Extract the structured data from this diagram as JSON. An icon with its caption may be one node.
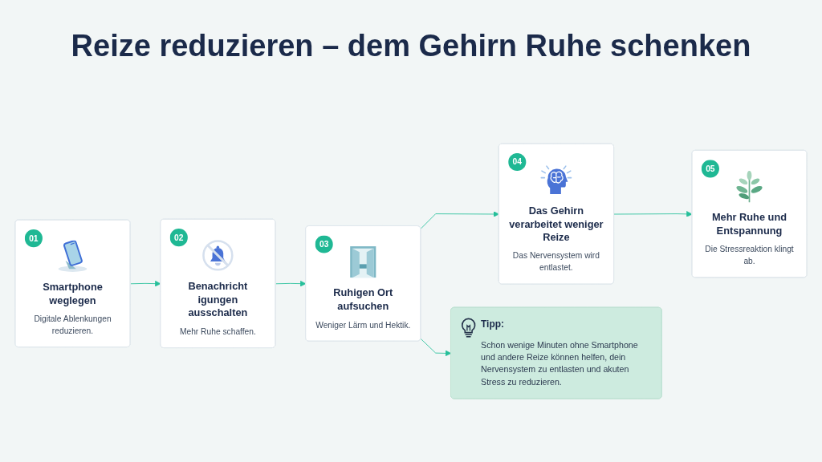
{
  "diagram": {
    "title": "Reize reduzieren – dem Gehirn Ruhe schenken",
    "nodes": [
      {
        "text": [
          "01",
          "Smartphone weglegen",
          "Digitale Ablenkungen reduzieren."
        ]
      },
      {
        "text": [
          "02",
          "Benachricht igungen ausschalten",
          "Mehr Ruhe schaffen."
        ]
      },
      {
        "text": [
          "03",
          "Ruhigen Ort aufsuchen",
          "Weniger Lärm und Hektik."
        ]
      },
      {
        "text": [
          "04",
          "Das Gehirn verarbeitet weniger Reize",
          "Das Nervensystem wird entlastet."
        ]
      },
      {
        "text": [
          "05",
          "Mehr Ruhe und Entspannung",
          "Die Stressreaktion klingt ab."
        ]
      },
      {
        "text": [
          "Tipp:",
          "Schon wenige Minuten ohne Smartphone und andere Reize können helfen, dein Nervensystem zu entlasten und akuten Stress zu reduzieren."
        ]
      }
    ],
    "edges": [
      {
        "from": 0,
        "to": 1,
        "arrow": "to"
      },
      {
        "from": 1,
        "to": 2,
        "arrow": "to"
      },
      {
        "from": 2,
        "to": 3,
        "arrow": "to"
      },
      {
        "from": 3,
        "to": 4,
        "arrow": "to"
      },
      {
        "from": 2,
        "to": 5,
        "arrow": "to"
      }
    ]
  }
}
